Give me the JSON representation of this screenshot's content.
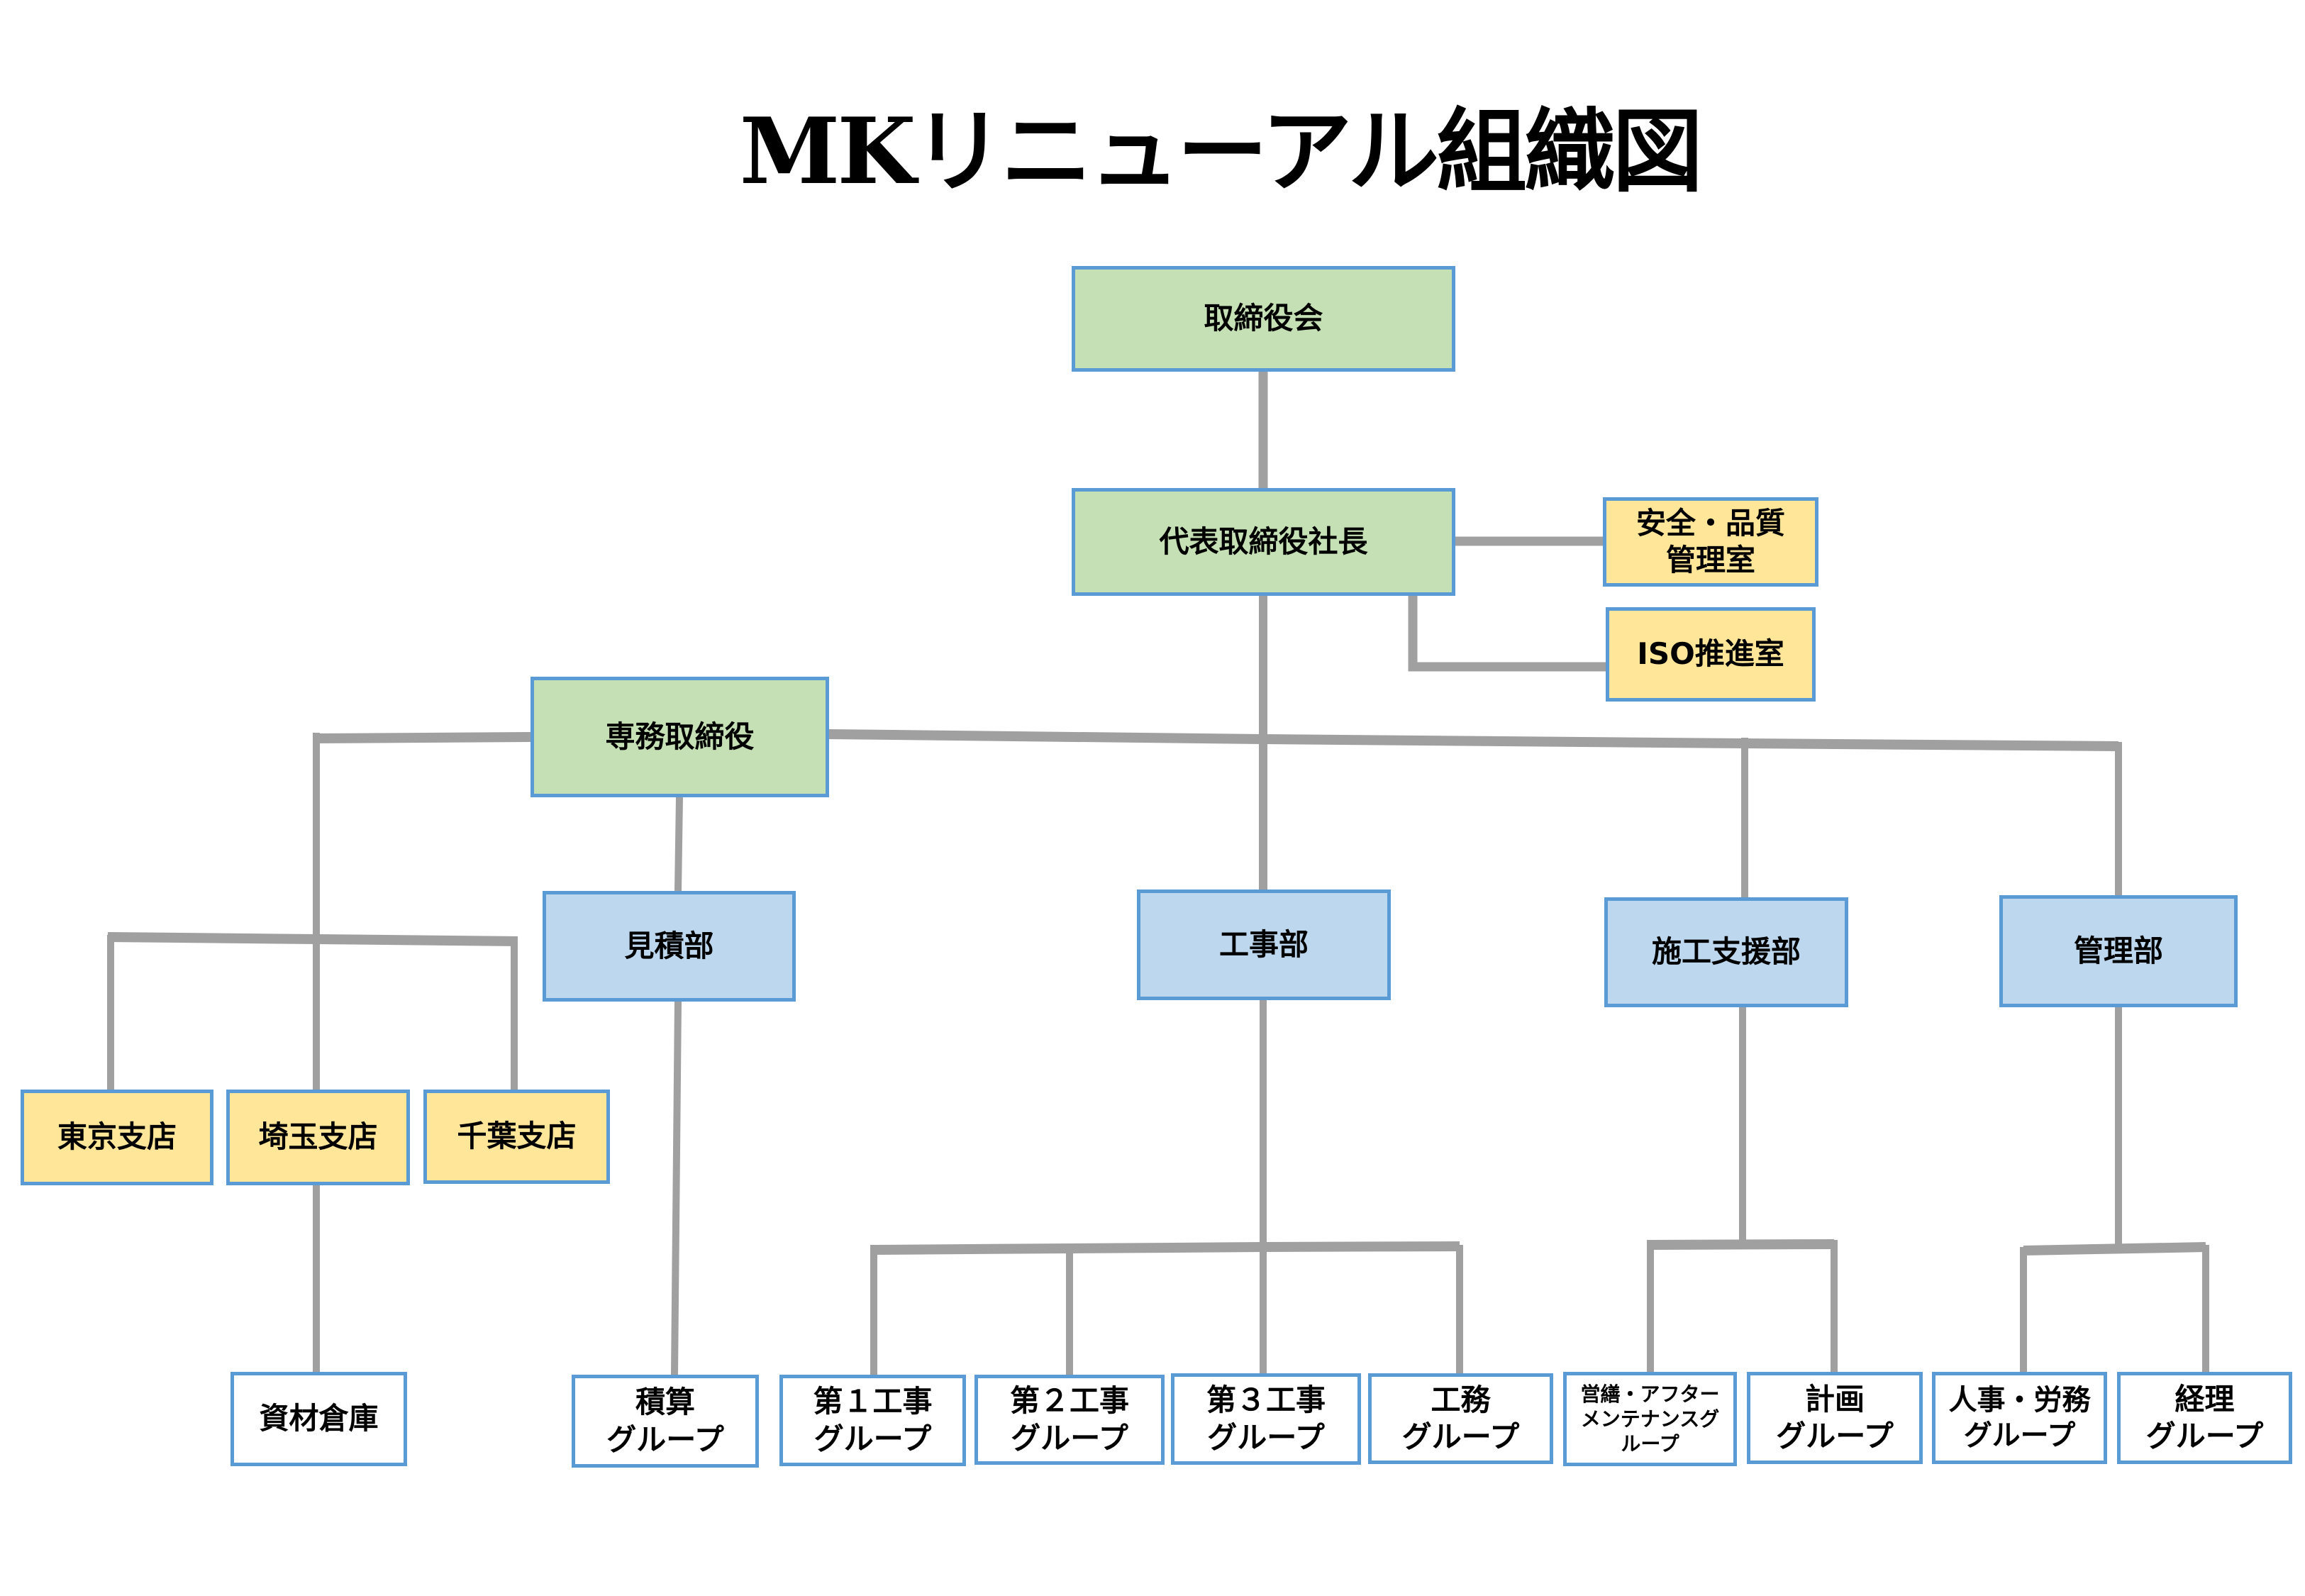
{
  "title": "MKリニューアル組織図",
  "colors": {
    "executive": "#c5e0b4",
    "office": "#ffe699",
    "department": "#bdd7ee",
    "group": "#ffffff",
    "border": "#5b9bd5",
    "connector": "#a0a0a0"
  },
  "nodes": {
    "board": "取締役会",
    "president": "代表取締役社長",
    "safety_quality": "安全・品質\n管理室",
    "iso": "ISO推進室",
    "managing_director": "専務取締役",
    "estimation_dept": "見積部",
    "construction_dept": "工事部",
    "construction_support_dept": "施工支援部",
    "administration_dept": "管理部",
    "tokyo_branch": "東京支店",
    "saitama_branch": "埼玉支店",
    "chiba_branch": "千葉支店",
    "materials_warehouse": "資材倉庫",
    "estimation_group": "積算\nグループ",
    "construction_group_1": "第１工事\nグループ",
    "construction_group_2": "第２工事\nグループ",
    "construction_group_3": "第３工事\nグループ",
    "works_group": "工務\nグループ",
    "maintenance_group": "営繕・アフター\nメンテナンスグ\nループ",
    "planning_group": "計画\nグループ",
    "hr_labor_group": "人事・労務\nグループ",
    "accounting_group": "経理\nグループ"
  },
  "hierarchy": [
    {
      "parent": "board",
      "children": [
        "president"
      ]
    },
    {
      "parent": "president",
      "children": [
        "safety_quality",
        "iso",
        "managing_director",
        "construction_dept",
        "construction_support_dept",
        "administration_dept"
      ]
    },
    {
      "parent": "managing_director",
      "children": [
        "estimation_dept",
        "tokyo_branch",
        "saitama_branch",
        "chiba_branch"
      ]
    },
    {
      "parent": "saitama_branch",
      "children": [
        "materials_warehouse"
      ]
    },
    {
      "parent": "estimation_dept",
      "children": [
        "estimation_group"
      ]
    },
    {
      "parent": "construction_dept",
      "children": [
        "construction_group_1",
        "construction_group_2",
        "construction_group_3",
        "works_group"
      ]
    },
    {
      "parent": "construction_support_dept",
      "children": [
        "maintenance_group",
        "planning_group"
      ]
    },
    {
      "parent": "administration_dept",
      "children": [
        "hr_labor_group",
        "accounting_group"
      ]
    }
  ]
}
